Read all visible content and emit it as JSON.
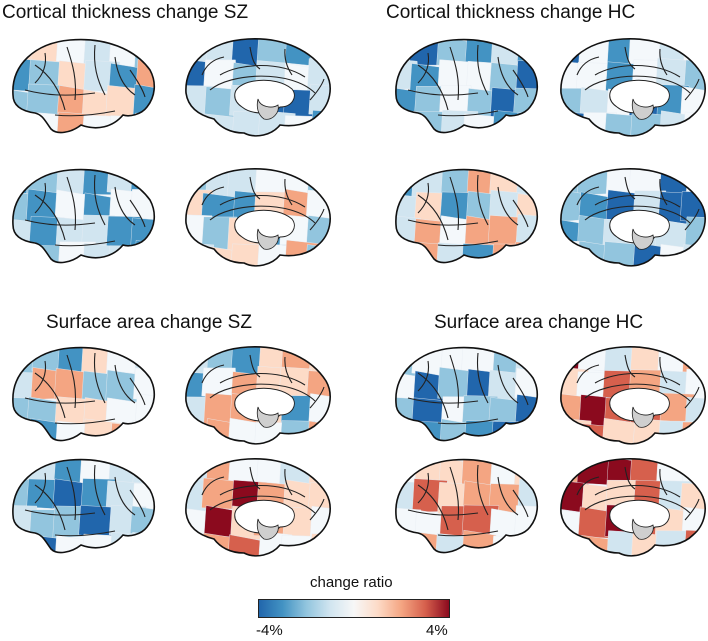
{
  "panels": [
    {
      "title": "Cortical thickness change SZ"
    },
    {
      "title": "Cortical thickness change HC"
    },
    {
      "title": "Surface area change SZ"
    },
    {
      "title": "Surface area change HC"
    }
  ],
  "colorbar": {
    "title": "change ratio",
    "min_label": "-4%",
    "max_label": "4%",
    "colors": [
      "#2166ac",
      "#4393c3",
      "#92c5de",
      "#d1e5f0",
      "#f7f7f7",
      "#fddbc7",
      "#f4a582",
      "#d6604d",
      "#8b0a1e"
    ]
  }
}
